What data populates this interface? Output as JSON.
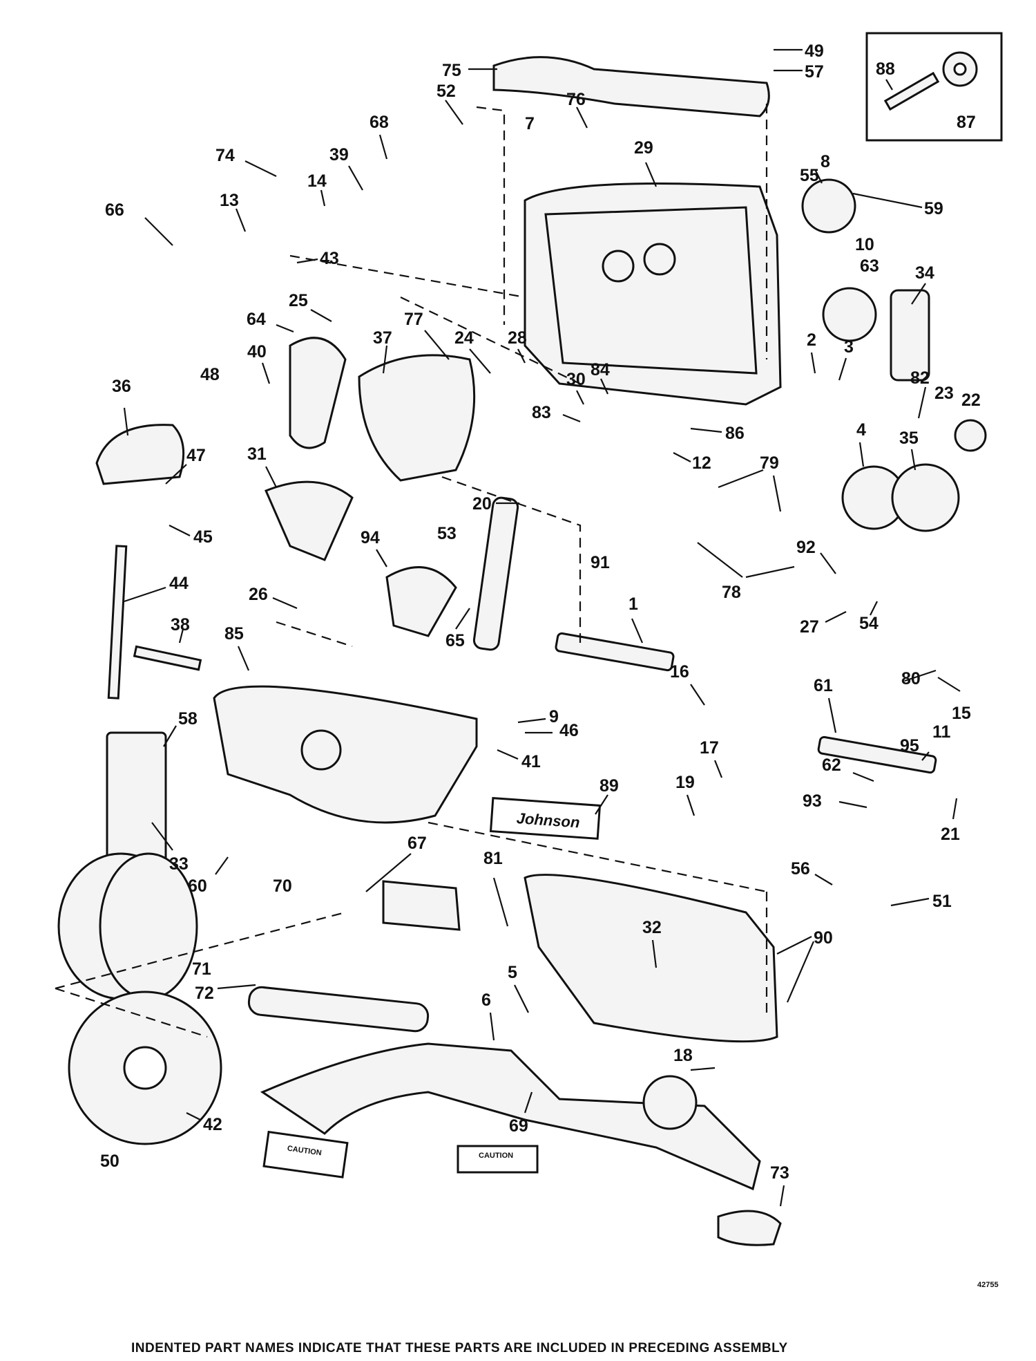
{
  "diagram": {
    "drawing_number": "42755",
    "brand_decal_text": "Johnson",
    "caution_label": "CAUTION",
    "footer_note": "INDENTED PART NAMES INDICATE THAT THESE PARTS ARE INCLUDED IN PRECEDING ASSEMBLY",
    "callouts": [
      "1",
      "2",
      "3",
      "4",
      "5",
      "6",
      "7",
      "8",
      "9",
      "10",
      "11",
      "12",
      "13",
      "14",
      "15",
      "16",
      "17",
      "18",
      "19",
      "20",
      "21",
      "22",
      "23",
      "24",
      "25",
      "26",
      "27",
      "28",
      "29",
      "30",
      "31",
      "32",
      "33",
      "34",
      "35",
      "36",
      "37",
      "38",
      "39",
      "40",
      "41",
      "42",
      "43",
      "44",
      "45",
      "46",
      "47",
      "48",
      "49",
      "50",
      "51",
      "52",
      "53",
      "54",
      "55",
      "56",
      "57",
      "58",
      "59",
      "60",
      "61",
      "62",
      "63",
      "64",
      "65",
      "66",
      "67",
      "68",
      "69",
      "70",
      "71",
      "72",
      "73",
      "74",
      "75",
      "76",
      "77",
      "78",
      "79",
      "80",
      "81",
      "82",
      "83",
      "84",
      "85",
      "86",
      "87",
      "88",
      "89",
      "90",
      "91",
      "92",
      "93",
      "94",
      "95"
    ]
  }
}
